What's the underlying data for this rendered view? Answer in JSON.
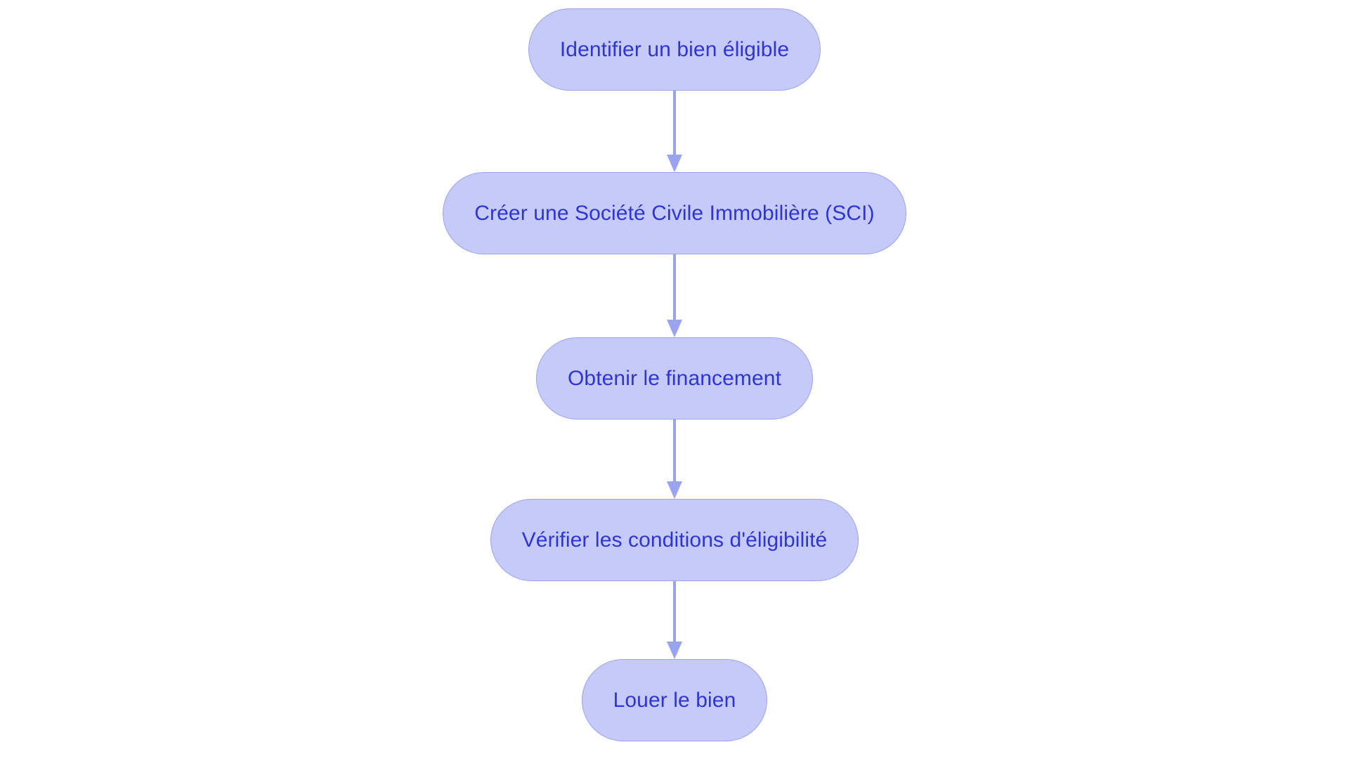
{
  "diagram": {
    "type": "flowchart",
    "orientation": "vertical-top-to-bottom",
    "background_color": "#ffffff",
    "node_fill_color": "#c5caf9",
    "node_border_color": "#9aa3f0",
    "node_text_color": "#2f35d4",
    "connector_color": "#9aa3f0",
    "nodes": [
      {
        "id": "node-1",
        "label": "Identifier un bien éligible"
      },
      {
        "id": "node-2",
        "label": "Créer une Société Civile Immobilière (SCI)"
      },
      {
        "id": "node-3",
        "label": "Obtenir le financement"
      },
      {
        "id": "node-4",
        "label": "Vérifier les conditions d'éligibilité"
      },
      {
        "id": "node-5",
        "label": "Louer le bien"
      }
    ],
    "connectors": [
      {
        "id": "connector-1",
        "from": "node-1",
        "to": "node-2",
        "arrow": "down-arrow-icon"
      },
      {
        "id": "connector-2",
        "from": "node-2",
        "to": "node-3",
        "arrow": "down-arrow-icon"
      },
      {
        "id": "connector-3",
        "from": "node-3",
        "to": "node-4",
        "arrow": "down-arrow-icon"
      },
      {
        "id": "connector-4",
        "from": "node-4",
        "to": "node-5",
        "arrow": "down-arrow-icon"
      }
    ]
  }
}
